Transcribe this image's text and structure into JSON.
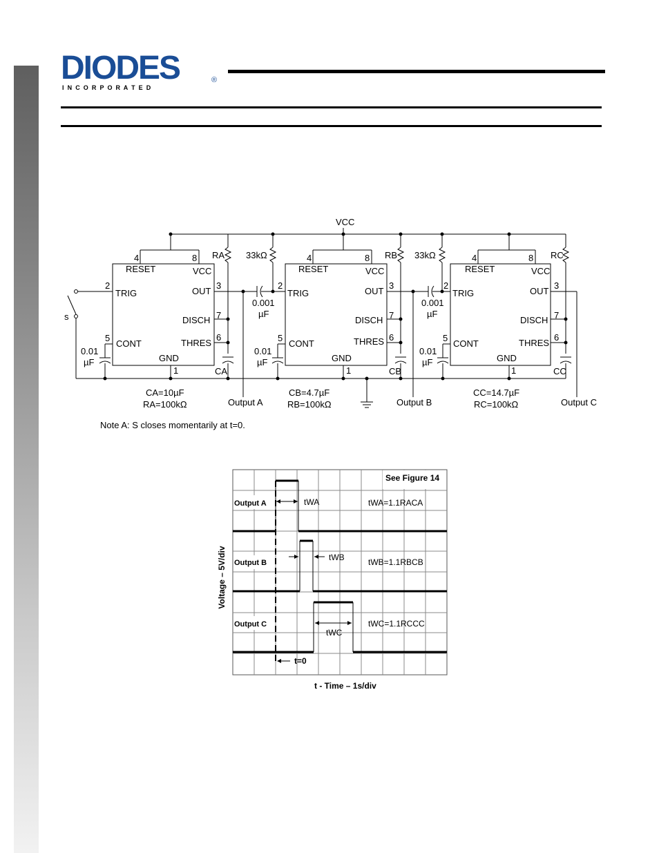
{
  "header": {
    "logo_main": "DIODES",
    "logo_sub": "I N C O R P O R A T E D",
    "logo_mark": "®",
    "logo_color": "#1a4d96"
  },
  "circuit": {
    "vcc": "VCC",
    "stages": [
      {
        "pin4": "4",
        "pin8": "8",
        "reset": "RESET",
        "vcc": "VCC",
        "pin2": "2",
        "trig": "TRIG",
        "pin3": "3",
        "out": "OUT",
        "pin7": "7",
        "disch": "DISCH",
        "pin5": "5",
        "cont": "CONT",
        "pin6": "6",
        "thres": "THRES",
        "gnd": "GND",
        "pin1": "1",
        "r": "RA",
        "c": "CA",
        "cval": "CA=10µF",
        "rval": "RA=100kΩ",
        "output": "Output A",
        "cont_cap": "0.01",
        "cont_cap_unit": "µF"
      },
      {
        "pin4": "4",
        "pin8": "8",
        "reset": "RESET",
        "vcc": "VCC",
        "pin2": "2",
        "trig": "TRIG",
        "pin3": "3",
        "out": "OUT",
        "pin7": "7",
        "disch": "DISCH",
        "pin5": "5",
        "cont": "CONT",
        "pin6": "6",
        "thres": "THRES",
        "gnd": "GND",
        "pin1": "1",
        "r": "RB",
        "c": "CB",
        "cval": "CB=4.7µF",
        "rval": "RB=100kΩ",
        "output": "Output B",
        "cont_cap": "0.01",
        "cont_cap_unit": "µF"
      },
      {
        "pin4": "4",
        "pin8": "8",
        "reset": "RESET",
        "vcc": "VCC",
        "pin2": "2",
        "trig": "TRIG",
        "pin3": "3",
        "out": "OUT",
        "pin7": "7",
        "disch": "DISCH",
        "pin5": "5",
        "cont": "CONT",
        "pin6": "6",
        "thres": "THRES",
        "gnd": "GND",
        "pin1": "1",
        "r": "RC",
        "c": "CC",
        "cval": "CC=14.7µF",
        "rval": "RC=100kΩ",
        "output": "Output C",
        "cont_cap": "0.01",
        "cont_cap_unit": "µF"
      }
    ],
    "pullup": "33kΩ",
    "coupling_cap": "0.001",
    "coupling_cap_unit": "µF",
    "switch": "s",
    "note": "Note A: S closes momentarily at t=0."
  },
  "timing": {
    "see_figure": "See Figure 14",
    "ylabel": "Voltage – 5V/div",
    "xlabel": "t - Time – 1s/div",
    "t0": "t=0",
    "rows": [
      {
        "label": "Output A",
        "tw": "tWA",
        "formula": "tWA=1.1RACA"
      },
      {
        "label": "Output B",
        "tw": "tWB",
        "formula": "tWB=1.1RBCB"
      },
      {
        "label": "Output C",
        "tw": "tWC",
        "formula": "tWC=1.1RCCC"
      }
    ]
  }
}
